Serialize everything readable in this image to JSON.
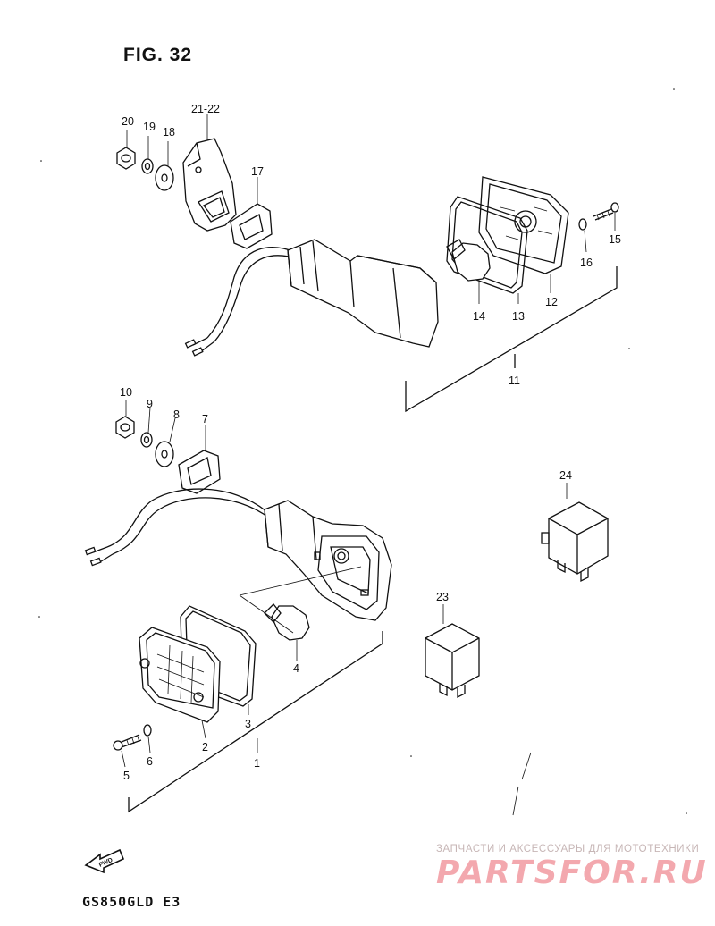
{
  "figure": {
    "title": "FIG. 32",
    "model": "GS850GLD E3"
  },
  "watermark": {
    "top_text": "ЗАПЧАСТИ И АКСЕССУАРЫ ДЛЯ МОТОТЕХНИКИ",
    "logo_text": "PARTSFOR.RU",
    "logo_color": "#f3a8ae"
  },
  "fwd_label": "FWD",
  "callouts": {
    "c1": "1",
    "c2": "2",
    "c3": "3",
    "c4": "4",
    "c5": "5",
    "c6": "6",
    "c7": "7",
    "c8": "8",
    "c9": "9",
    "c10": "10",
    "c11": "11",
    "c12": "12",
    "c13": "13",
    "c14": "14",
    "c15": "15",
    "c16": "16",
    "c17": "17",
    "c18": "18",
    "c19": "19",
    "c20": "20",
    "c21_22": "21-22",
    "c23": "23",
    "c24": "24"
  }
}
